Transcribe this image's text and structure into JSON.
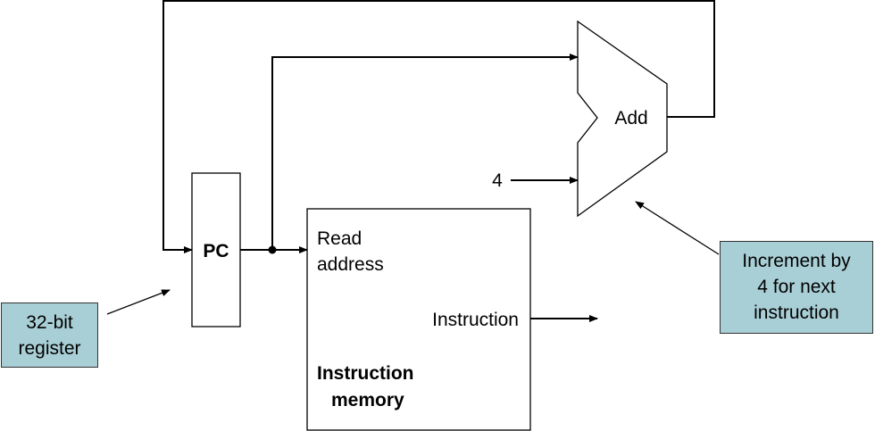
{
  "blocks": {
    "pc": {
      "label": "PC"
    },
    "instruction_memory": {
      "read_address_line1": "Read",
      "read_address_line2": "address",
      "instruction_port": "Instruction",
      "title_line1": "Instruction",
      "title_line2": "memory"
    },
    "adder": {
      "label": "Add",
      "constant_input": "4"
    }
  },
  "annotations": {
    "register_note": [
      "32-bit",
      "register"
    ],
    "increment_note": [
      "Increment by",
      "4 for next",
      "instruction"
    ]
  }
}
